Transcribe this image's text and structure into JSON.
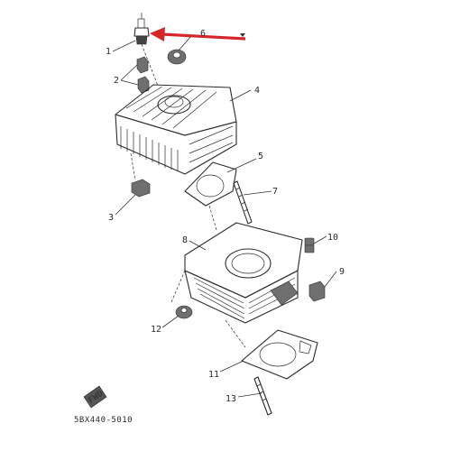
{
  "diagram": {
    "callouts": [
      "1",
      "2",
      "3",
      "4",
      "5",
      "6",
      "7",
      "8",
      "9",
      "10",
      "11",
      "12",
      "13"
    ],
    "part_code": "5BX440-5010",
    "stamp_label": "FWD",
    "colors": {
      "arrow": "#d4262b",
      "line": "#2b2b2b",
      "background": "#ffffff"
    }
  }
}
